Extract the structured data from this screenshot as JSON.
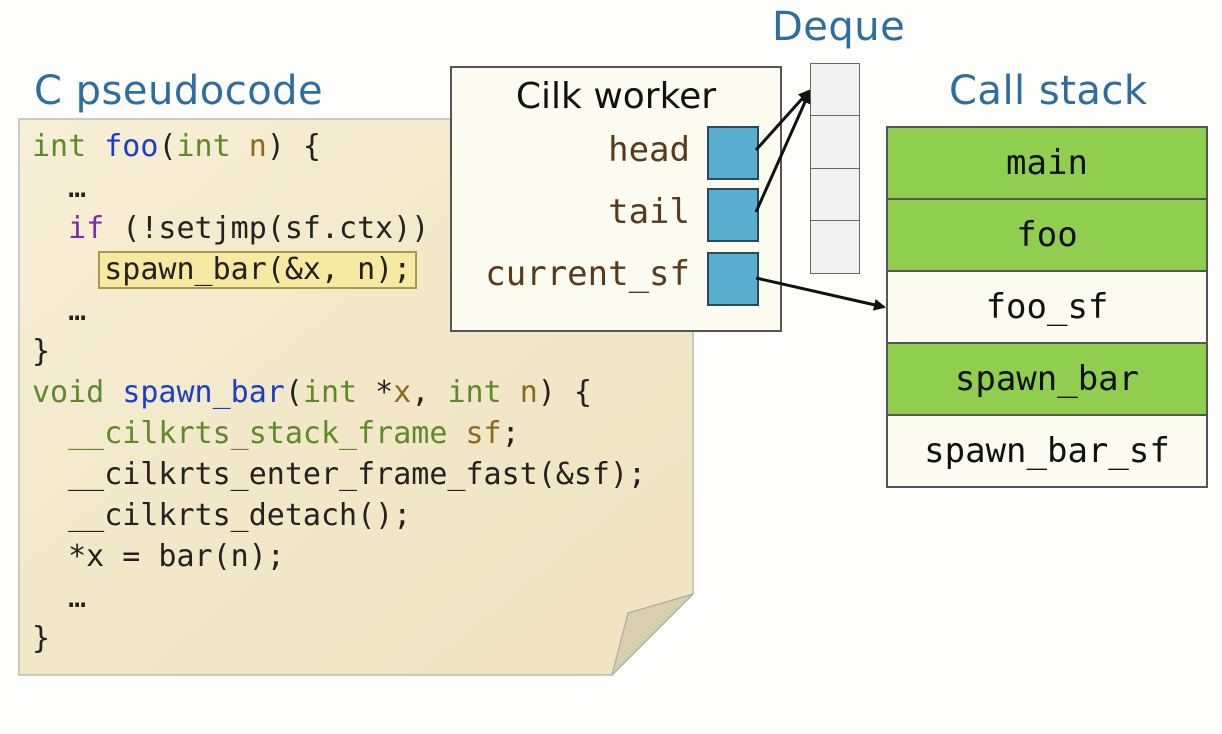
{
  "headings": {
    "code": "C pseudocode",
    "deque": "Deque",
    "stack": "Call stack"
  },
  "code_lines": [
    [
      {
        "t": "int",
        "c": "kw"
      },
      {
        "t": " "
      },
      {
        "t": "foo",
        "c": "fn"
      },
      {
        "t": "("
      },
      {
        "t": "int",
        "c": "kw"
      },
      {
        "t": " "
      },
      {
        "t": "n",
        "c": "var"
      },
      {
        "t": ") {"
      }
    ],
    [
      {
        "t": "  …"
      }
    ],
    [
      {
        "t": "  "
      },
      {
        "t": "if",
        "c": "ctl"
      },
      {
        "t": " (!setjmp(sf.ctx))"
      }
    ],
    [
      {
        "t": "    "
      },
      {
        "t": "spawn_bar(&x, n);",
        "c": "hl"
      }
    ],
    [
      {
        "t": "  …"
      }
    ],
    [
      {
        "t": "}"
      }
    ],
    [
      {
        "t": "void",
        "c": "kw"
      },
      {
        "t": " "
      },
      {
        "t": "spawn_bar",
        "c": "fn"
      },
      {
        "t": "("
      },
      {
        "t": "int",
        "c": "kw"
      },
      {
        "t": " *"
      },
      {
        "t": "x",
        "c": "var"
      },
      {
        "t": ", "
      },
      {
        "t": "int",
        "c": "kw"
      },
      {
        "t": " "
      },
      {
        "t": "n",
        "c": "var"
      },
      {
        "t": ") {"
      }
    ],
    [
      {
        "t": "  "
      },
      {
        "t": "__cilkrts_stack_frame",
        "c": "kw"
      },
      {
        "t": " "
      },
      {
        "t": "sf",
        "c": "var"
      },
      {
        "t": ";"
      }
    ],
    [
      {
        "t": "  __cilkrts_enter_frame_fast(&sf);"
      }
    ],
    [
      {
        "t": "  __cilkrts_detach();"
      }
    ],
    [
      {
        "t": "  *x = bar(n);"
      }
    ],
    [
      {
        "t": "  …"
      }
    ],
    [
      {
        "t": "}"
      }
    ]
  ],
  "worker": {
    "title": "Cilk worker",
    "fields": [
      "head",
      "tail",
      "current_sf"
    ]
  },
  "deque": {
    "cells": 4
  },
  "stack": {
    "frames": [
      {
        "label": "main",
        "kind": "fn"
      },
      {
        "label": "foo",
        "kind": "fn"
      },
      {
        "label": "foo_sf",
        "kind": "sf"
      },
      {
        "label": "spawn_bar",
        "kind": "fn"
      },
      {
        "label": "spawn_bar_sf",
        "kind": "sf"
      }
    ]
  },
  "colors": {
    "heading": "#2e6da0",
    "function_frame": "#8fce4f",
    "stack_frame_struct": "#fcfbf0",
    "pointer_box": "#5aaed0"
  }
}
